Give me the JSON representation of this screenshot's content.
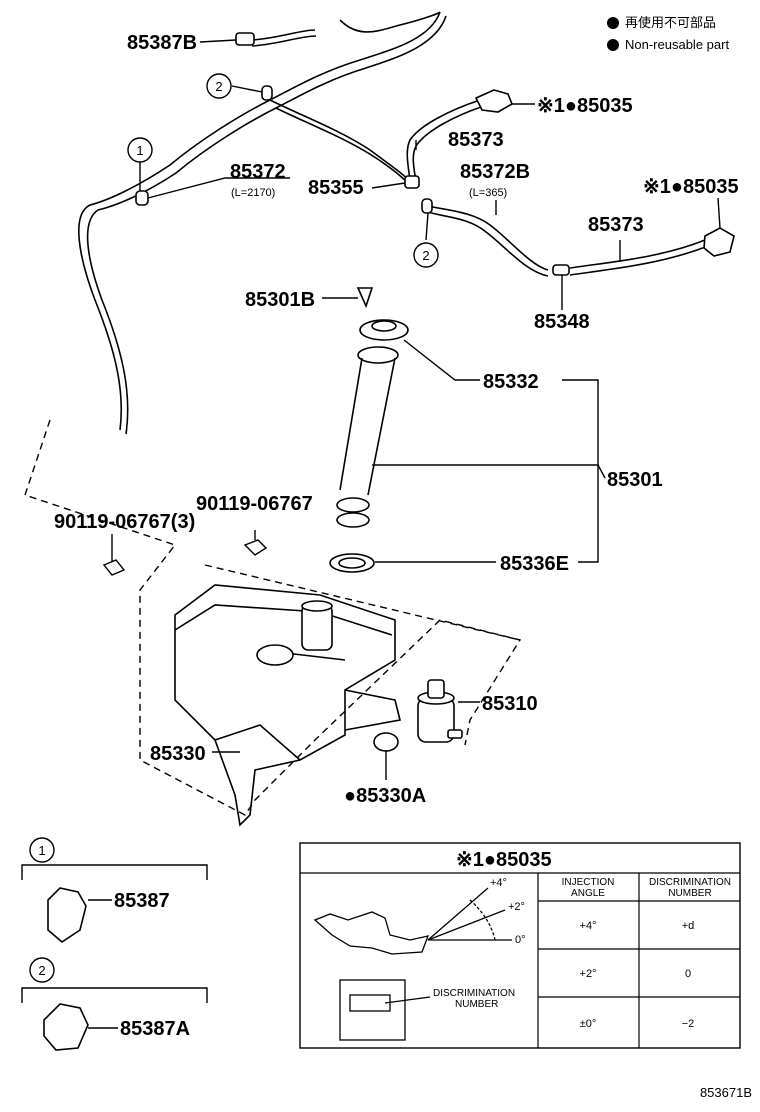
{
  "legend": {
    "japanese": "再使用不可部品",
    "english": "Non-reusable part"
  },
  "callouts": {
    "c_85387B": "85387B",
    "c_85372": "85372",
    "c_85372_len": "(L=2170)",
    "c_85373_top": "85373",
    "c_85035_top": "※1●85035",
    "c_85355": "85355",
    "c_85372B": "85372B",
    "c_85372B_len": "(L=365)",
    "c_85035_right": "※1●85035",
    "c_85373_right": "85373",
    "c_85301B": "85301B",
    "c_85348": "85348",
    "c_85332": "85332",
    "c_85301": "85301",
    "c_bolt1": "90119-06767",
    "c_bolt3": "90119-06767(3)",
    "c_85336E": "85336E",
    "c_85310": "85310",
    "c_85330": "85330",
    "c_85330A": "●85330A",
    "c_85387": "85387",
    "c_85387A": "85387A"
  },
  "markers": {
    "one": "1",
    "two": "2"
  },
  "table": {
    "title": "※1●85035",
    "header_angle": [
      "INJECTION",
      "ANGLE"
    ],
    "header_disc": [
      "DISCRIMINATION",
      "NUMBER"
    ],
    "angle_labels": [
      "+4°",
      "+2°",
      "0°"
    ],
    "disc_label": [
      "DISCRIMINATION",
      "NUMBER"
    ],
    "rows": [
      {
        "angle": "+4°",
        "number": "+d"
      },
      {
        "angle": "+2°",
        "number": "0"
      },
      {
        "angle": "±0°",
        "number": "−2"
      }
    ]
  },
  "footer": "853671B"
}
